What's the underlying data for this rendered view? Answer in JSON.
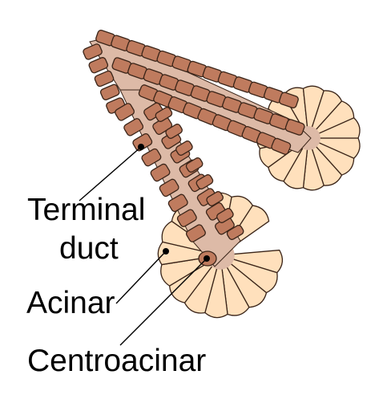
{
  "labels": {
    "terminal_line1": "Terminal",
    "terminal_line2": "duct",
    "acinar": "Acinar",
    "centroacinar": "Centroacinar"
  },
  "colors": {
    "duct_cell": "#bf7b5e",
    "duct_lumen": "#ddbaa7",
    "acinar_cell": "#ffe0bc",
    "outline": "#3a2418",
    "text": "#000000"
  }
}
